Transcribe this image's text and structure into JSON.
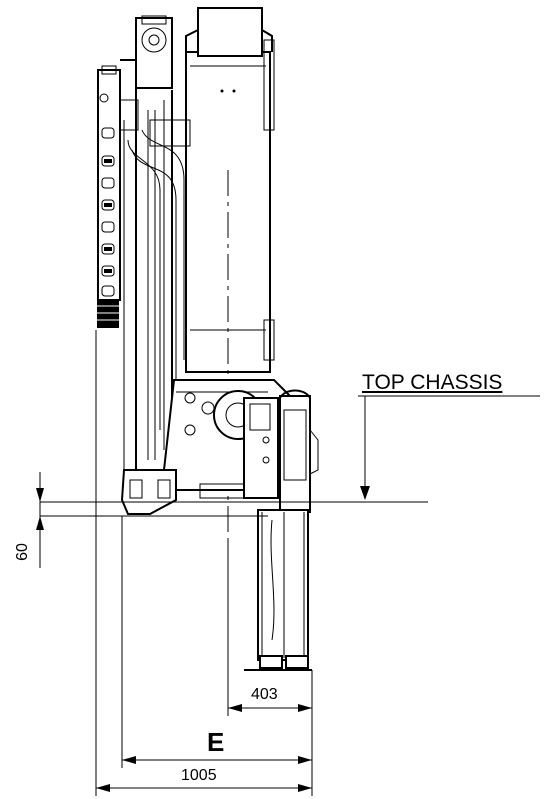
{
  "labels": {
    "top_chassis": "TOP CHASSIS",
    "dim_column_offset": "403",
    "dim_e": "E",
    "dim_total_width": "1005",
    "dim_vertical_gap": "60"
  },
  "colors": {
    "line": "#000000",
    "background": "#ffffff"
  }
}
